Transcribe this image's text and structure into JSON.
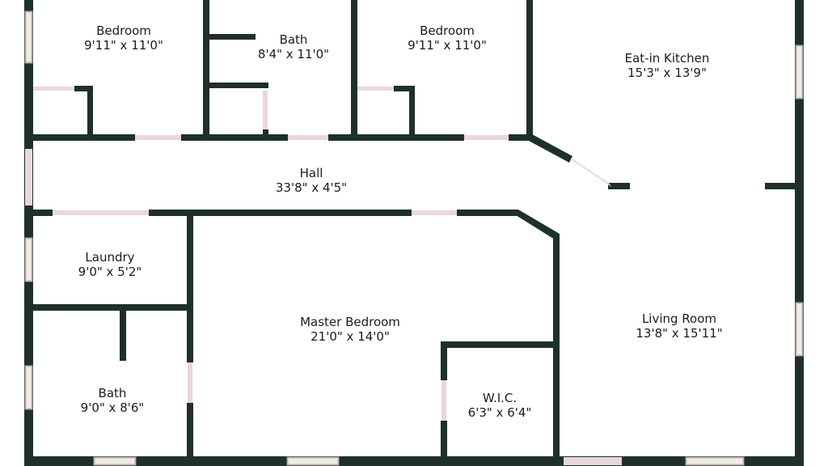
{
  "rooms": {
    "bedroom_left": {
      "name": "Bedroom",
      "dims": "9'11\" x 11'0\""
    },
    "bath_top": {
      "name": "Bath",
      "dims": "8'4\" x 11'0\""
    },
    "bedroom_right": {
      "name": "Bedroom",
      "dims": "9'11\" x 11'0\""
    },
    "kitchen": {
      "name": "Eat-in Kitchen",
      "dims": "15'3\" x 13'9\""
    },
    "hall": {
      "name": "Hall",
      "dims": "33'8\" x 4'5\""
    },
    "laundry": {
      "name": "Laundry",
      "dims": "9'0\" x 5'2\""
    },
    "master": {
      "name": "Master Bedroom",
      "dims": "21'0\" x 14'0\""
    },
    "living": {
      "name": "Living Room",
      "dims": "13'8\" x 15'11\""
    },
    "bath_bottom": {
      "name": "Bath",
      "dims": "9'0\" x 8'6\""
    },
    "wic": {
      "name": "W.I.C.",
      "dims": "6'3\" x 6'4\""
    }
  },
  "colors": {
    "wall": "#1f302c",
    "door_opening": "#ead7d8",
    "window": "#d6cfc8",
    "background": "#ffffff"
  }
}
